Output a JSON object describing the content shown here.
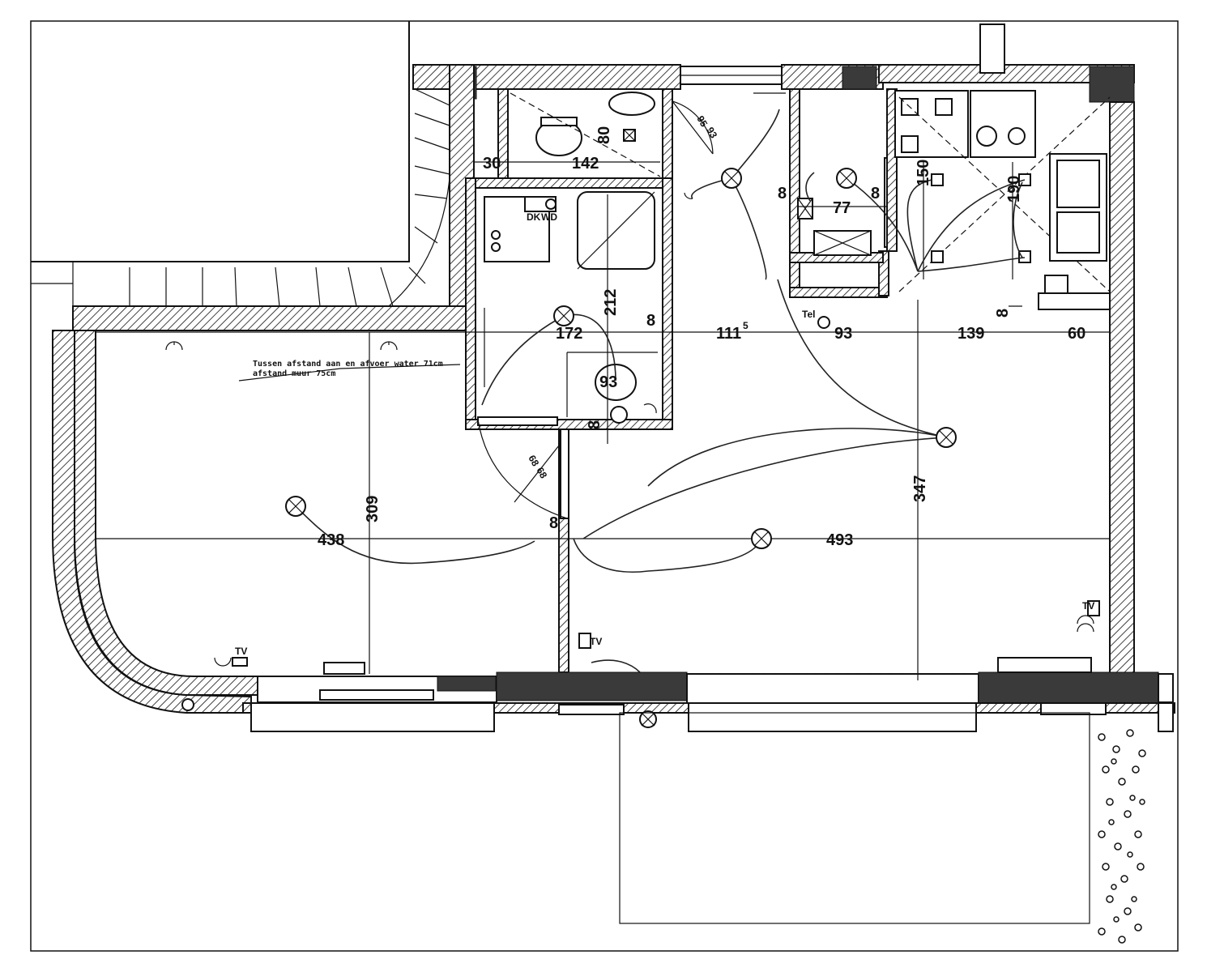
{
  "dimensions": {
    "d30": "30",
    "d142": "142",
    "d80": "80",
    "d95": "95",
    "d93a": "93",
    "d212": "212",
    "d172": "172",
    "d8a": "8",
    "d111": "111",
    "d111sup": "5",
    "d93b": "93",
    "d139": "139",
    "d60": "60",
    "d77": "77",
    "d8b": "8",
    "d8c": "8",
    "d150": "150",
    "d190": "190",
    "d8d": "8",
    "d93c": "93",
    "d8e": "8",
    "d68a": "68",
    "d68b": "68",
    "d309": "309",
    "d347": "347",
    "d438": "438",
    "d8f": "8",
    "d493": "493"
  },
  "note": {
    "line1": "Tussen afstand aan en afvoer water 71cm",
    "line2": "afstand muur 75cm"
  },
  "labels": {
    "dk": "DK",
    "wd": "WD",
    "tel": "Tel",
    "tv1": "TV",
    "tv2": "TV",
    "tv3": "TV"
  }
}
